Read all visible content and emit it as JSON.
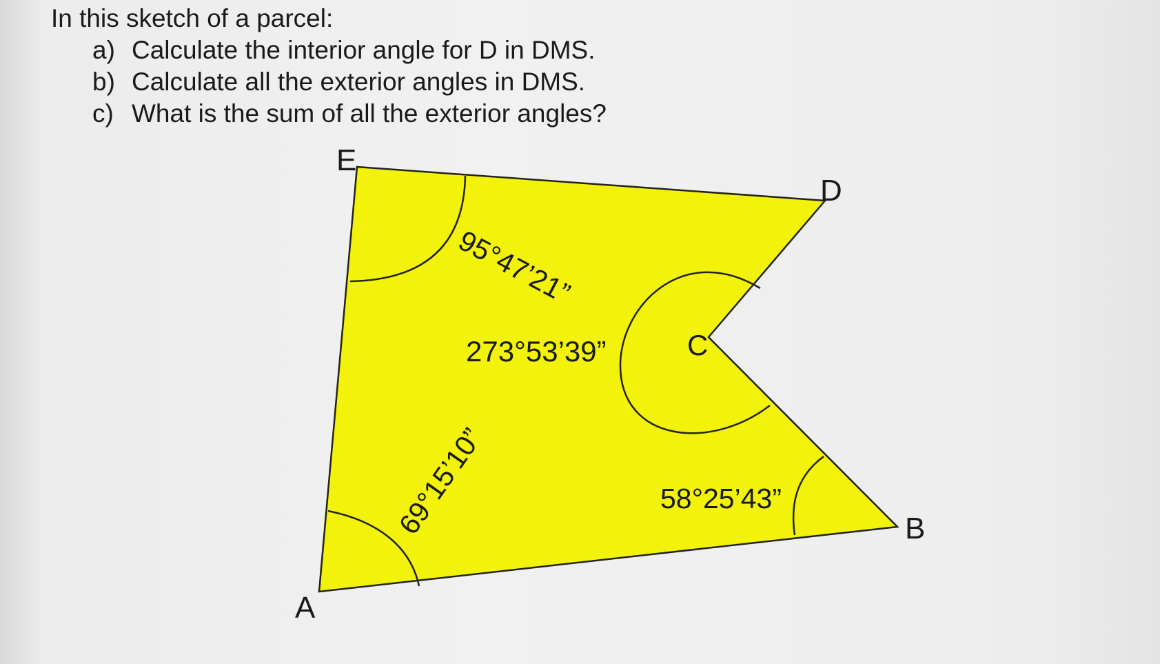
{
  "question": {
    "intro": "In this sketch of a parcel:",
    "items": [
      {
        "marker": "a)",
        "text": "Calculate the interior angle for D in DMS."
      },
      {
        "marker": "b)",
        "text": "Calculate all the exterior angles in DMS."
      },
      {
        "marker": "c)",
        "text": "What is the sum of all the exterior angles?"
      }
    ]
  },
  "parcel": {
    "fill_color": "#f2f20a",
    "outline_color": "#222222",
    "vertices": {
      "A": "A",
      "B": "B",
      "C": "C",
      "D": "D",
      "E": "E"
    },
    "angles": {
      "E": "95°47’21”",
      "C": "273°53’39”",
      "A": "69°15’10”",
      "B": "58°25’43”"
    }
  }
}
